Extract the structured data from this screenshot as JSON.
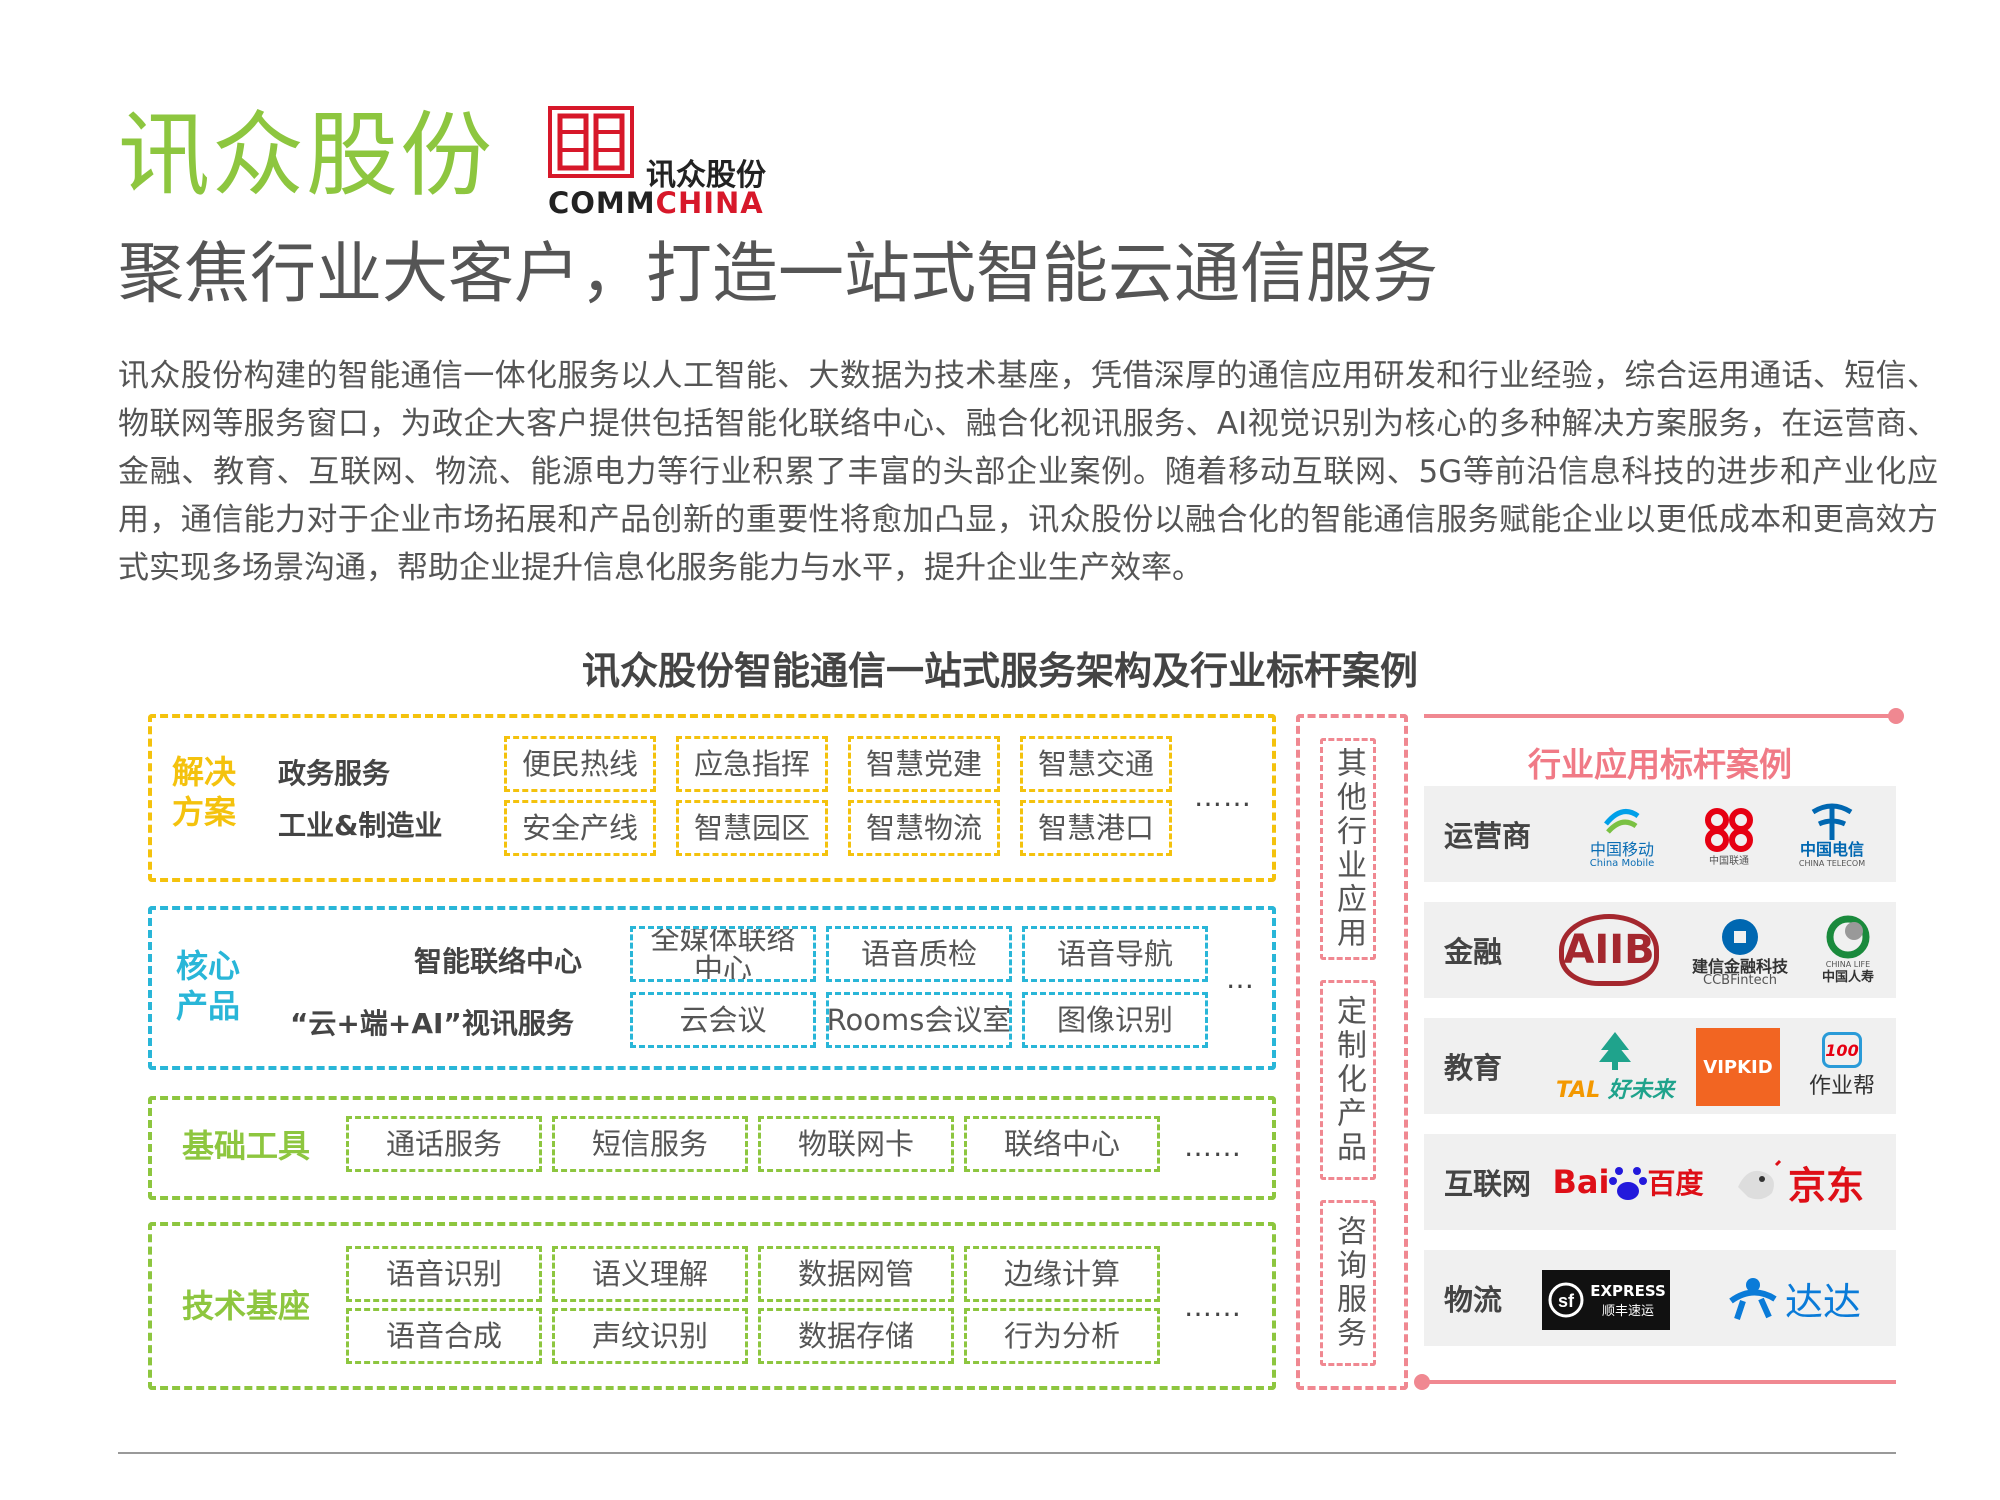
{
  "header": {
    "brand": "讯众股份",
    "logo_cn": "讯众股份",
    "logo_en_a": "COMM",
    "logo_en_b": "CHINA",
    "headline": "聚焦行业大客户，打造一站式智能云通信服务",
    "intro": "讯众股份构建的智能通信一体化服务以人工智能、大数据为技术基座，凭借深厚的通信应用研发和行业经验，综合运用通话、短信、物联网等服务窗口，为政企大客户提供包括智能化联络中心、融合化视讯服务、AI视觉识别为核心的多种解决方案服务，在运营商、金融、教育、互联网、物流、能源电力等行业积累了丰富的头部企业案例。随着移动互联网、5G等前沿信息科技的进步和产业化应用，通信能力对于企业市场拓展和产品创新的重要性将愈加凸显，讯众股份以融合化的智能通信服务赋能企业以更低成本和更高效方式实现多场景沟通，帮助企业提升信息化服务能力与水平，提升企业生产效率。"
  },
  "diagram": {
    "title": "讯众股份智能通信一站式服务架构及行业标杆案例",
    "solutions": {
      "label_1": "解决",
      "label_2": "方案",
      "sub_1": "政务服务",
      "sub_2": "工业&制造业",
      "items": [
        "便民热线",
        "应急指挥",
        "智慧党建",
        "智慧交通",
        "安全产线",
        "智慧园区",
        "智慧物流",
        "智慧港口"
      ],
      "more": "……"
    },
    "core": {
      "label_1": "核心",
      "label_2": "产品",
      "sub_1": "智能联络中心",
      "sub_2": "“云+端+AI”视讯服务",
      "items": [
        "全媒体联络中心",
        "语音质检",
        "语音导航",
        "云会议",
        "Rooms会议室",
        "图像识别"
      ],
      "more": "…"
    },
    "tools": {
      "label": "基础工具",
      "items": [
        "通话服务",
        "短信服务",
        "物联网卡",
        "联络中心"
      ],
      "more": "……"
    },
    "tech": {
      "label": "技术基座",
      "items": [
        "语音识别",
        "语义理解",
        "数据网管",
        "边缘计算",
        "语音合成",
        "声纹识别",
        "数据存储",
        "行为分析"
      ],
      "more": "……"
    },
    "side": {
      "other": "其他行业应用",
      "custom": "定制化产品",
      "consult": "咨询服务"
    }
  },
  "cases": {
    "title": "行业应用标杆案例",
    "rows": [
      {
        "label": "运营商",
        "logos": [
          {
            "icon": "china-mobile-icon",
            "name": "中国移动",
            "sub": "China Mobile"
          },
          {
            "icon": "china-unicom-icon",
            "name": "中国联通",
            "sub": ""
          },
          {
            "icon": "china-telecom-icon",
            "name": "中国电信",
            "sub": "CHINA TELECOM"
          }
        ]
      },
      {
        "label": "金融",
        "logos": [
          {
            "icon": "aiib-icon",
            "name": "AIIB",
            "sub": ""
          },
          {
            "icon": "ccb-fintech-icon",
            "name": "建信金融科技",
            "sub": "CCBFintech"
          },
          {
            "icon": "china-life-icon",
            "name": "中国人寿",
            "sub": "CHINA LIFE"
          }
        ]
      },
      {
        "label": "教育",
        "logos": [
          {
            "icon": "tal-icon",
            "name": "TAL",
            "sub": "好未来"
          },
          {
            "icon": "vipkid-icon",
            "name": "VIPKID",
            "sub": ""
          },
          {
            "icon": "zuoyebang-icon",
            "name": "作业帮",
            "sub": "100"
          }
        ]
      },
      {
        "label": "互联网",
        "logos": [
          {
            "icon": "baidu-icon",
            "name": "Bai",
            "sub": "百度"
          },
          {
            "icon": "jd-icon",
            "name": "京东",
            "sub": ""
          }
        ]
      },
      {
        "label": "物流",
        "logos": [
          {
            "icon": "sf-express-icon",
            "name": "EXPRESS",
            "sub": "顺丰速运"
          },
          {
            "icon": "dada-icon",
            "name": "达达",
            "sub": ""
          }
        ]
      }
    ]
  },
  "colors": {
    "brand_green": "#8dc63f",
    "solution_yellow": "#f4c20d",
    "core_cyan": "#29b6d8",
    "accent_pink": "#f08891",
    "logo_red": "#d7182a"
  }
}
